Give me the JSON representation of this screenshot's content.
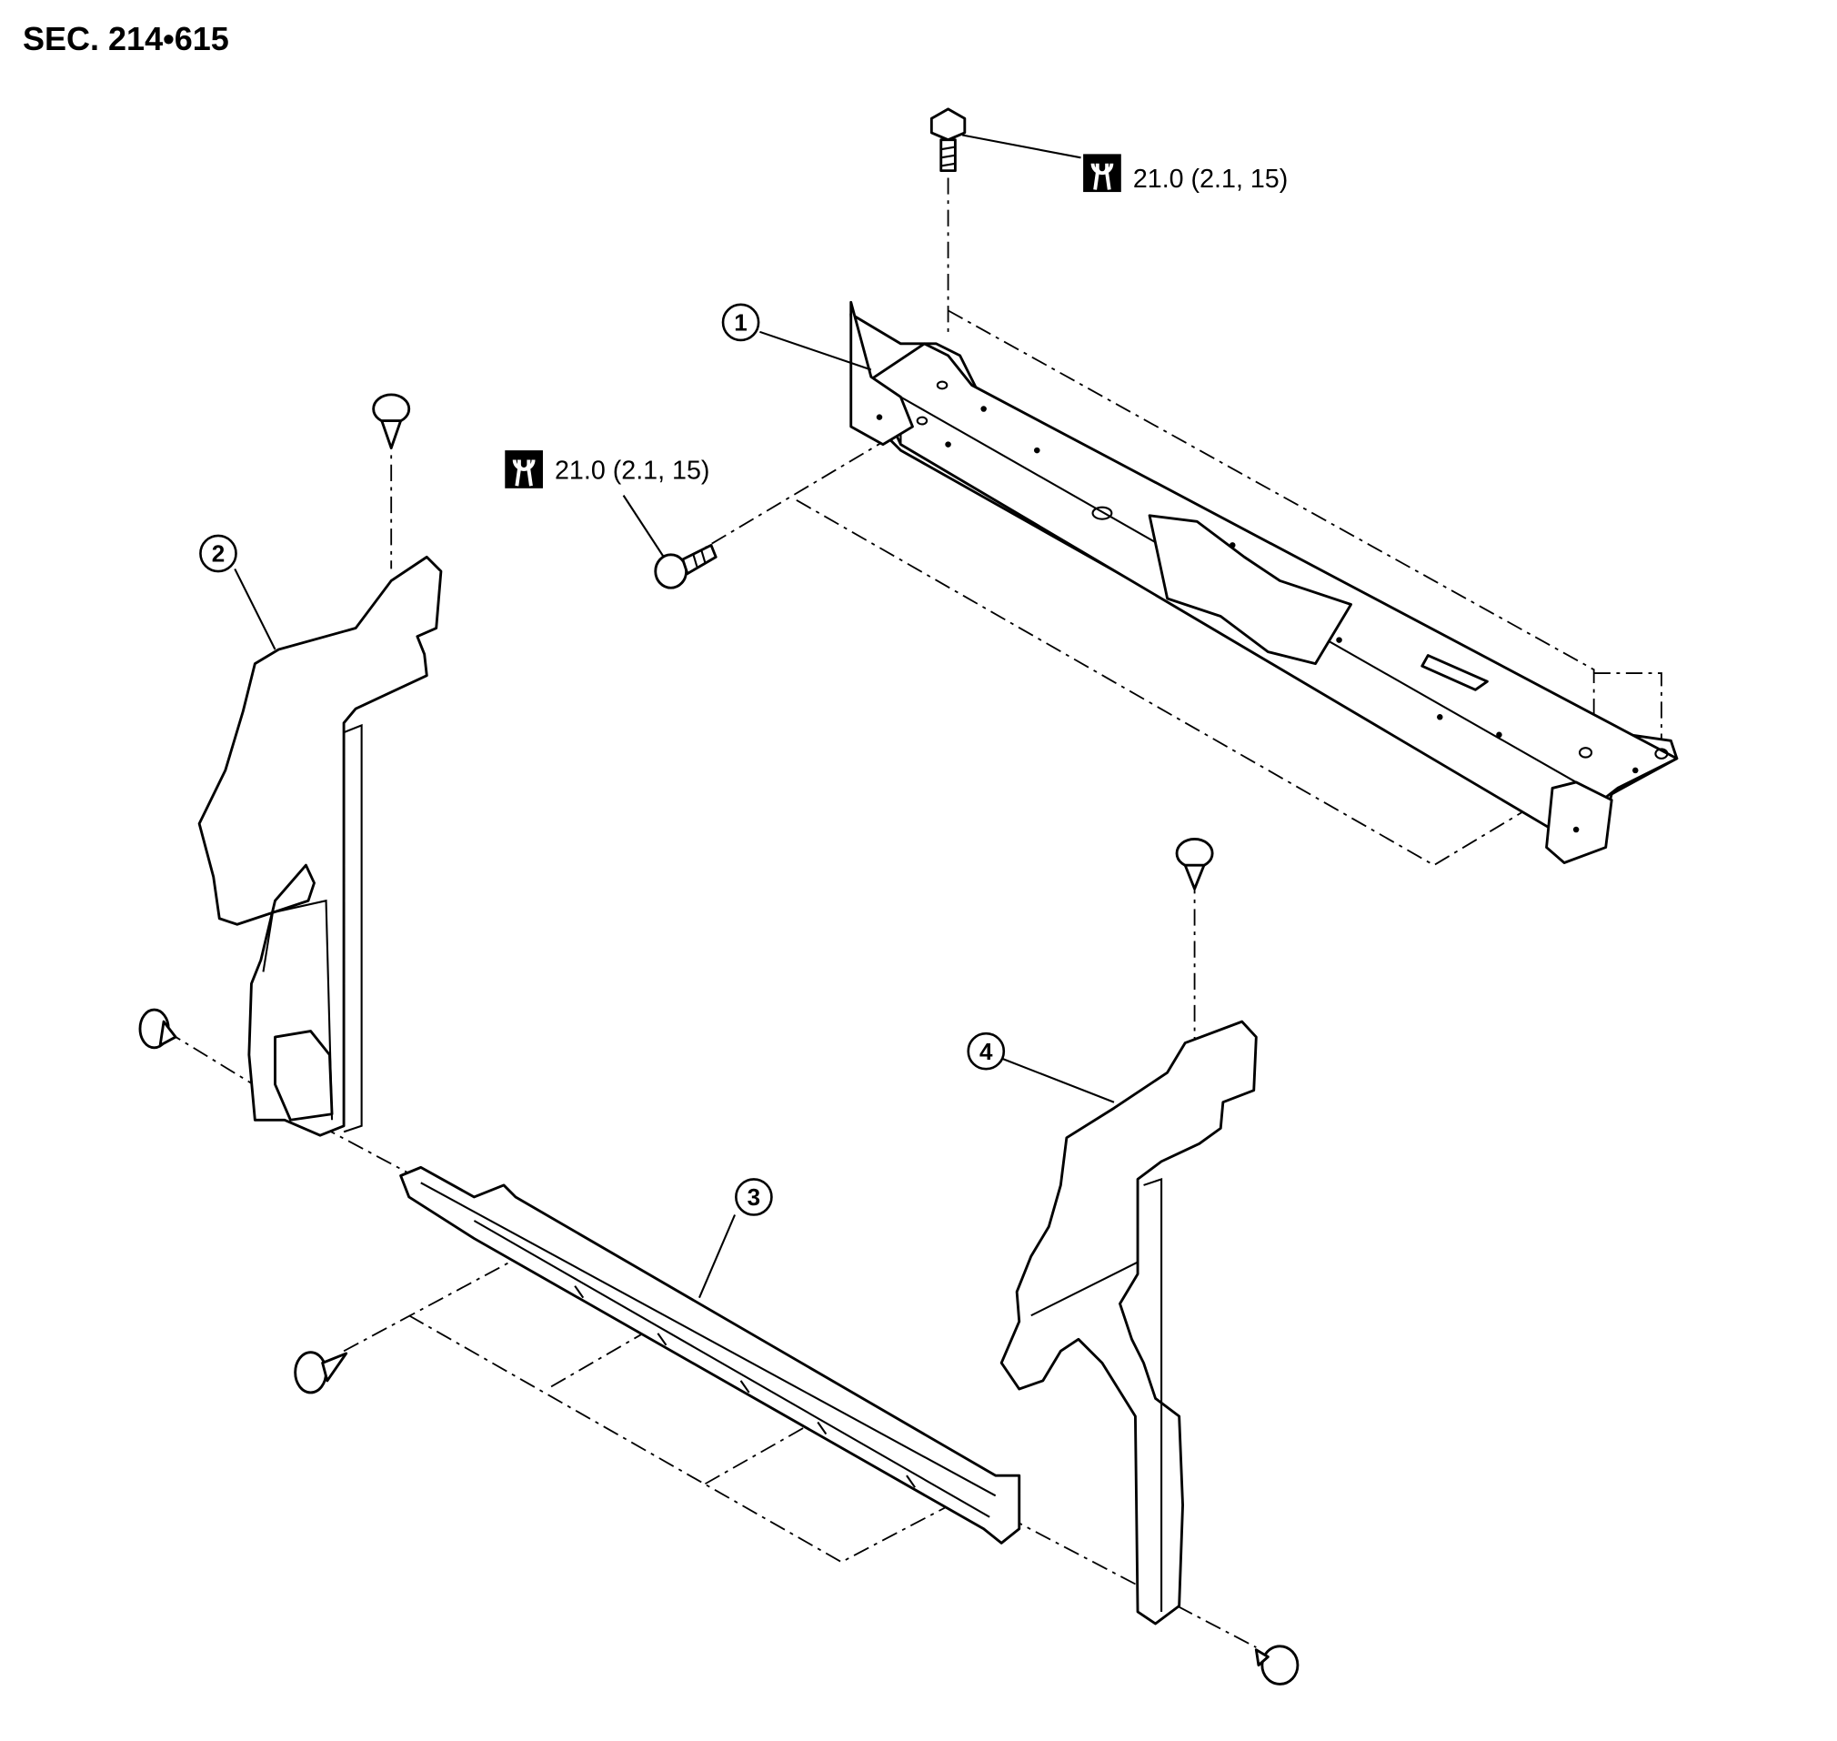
{
  "section_label": "SEC. 214•615",
  "torque_labels": [
    {
      "text": "21.0 (2.1, 15)",
      "icon": "torque-wrench-icon"
    },
    {
      "text": "21.0 (2.1, 15)",
      "icon": "torque-wrench-icon"
    }
  ],
  "callouts": [
    "1",
    "2",
    "3",
    "4"
  ]
}
